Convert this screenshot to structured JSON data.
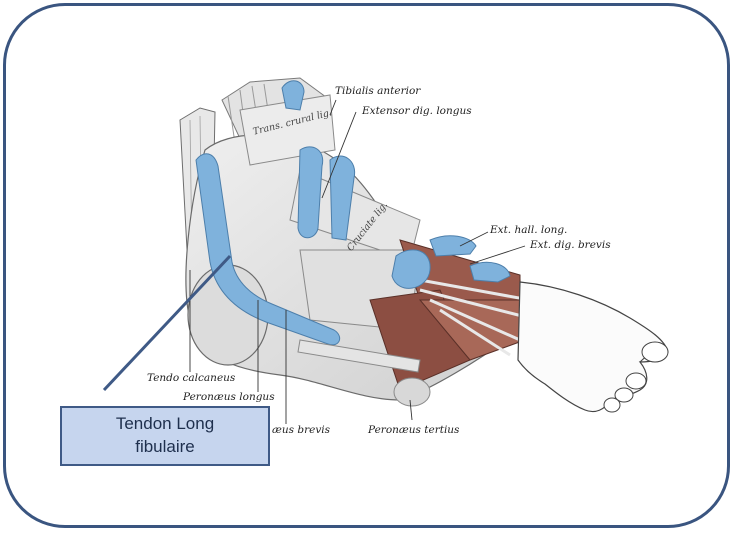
{
  "figure": {
    "labels": {
      "tibialis_anterior": "Tibialis anterior",
      "extensor_dig_longus": "Extensor dig. longus",
      "ext_hall_long": "Ext. hall. long.",
      "ext_dig_brevis": "Ext. dig. brevis",
      "tendo_calcaneus": "Tendo calcaneus",
      "peronaeus_longus": "Peronæus longus",
      "peronaeus_brevis": "æus brevis",
      "peronaeus_tertius": "Peronæus tertius",
      "transverse_crural_ligament": "Trans. crural lig.",
      "cruciate_ligament": "Cruciate lig."
    }
  },
  "callout": {
    "text": "Tendon Long\nfibulaire"
  },
  "colors": {
    "frame": "#3a5580",
    "callout_fill": "#c6d5ee",
    "callout_border": "#3f5a86",
    "tendon_sheath": "#7fb2dc",
    "muscle": "#9a5a4c",
    "pointer_line": "#3f5a86"
  }
}
